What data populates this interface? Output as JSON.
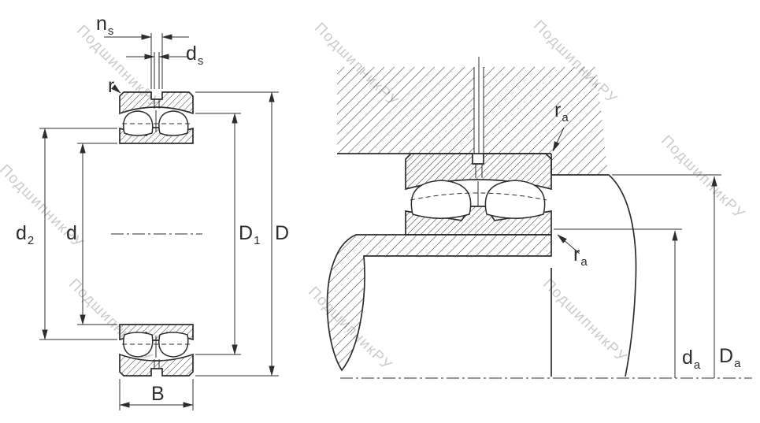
{
  "watermark": {
    "text": "ПодшипникРУ"
  },
  "colors": {
    "line": "#2d2d2d",
    "watermark": "#cbcbcb",
    "background": "#ffffff"
  },
  "labels": {
    "ns": {
      "main": "n",
      "sub": "s"
    },
    "ds": {
      "main": "d",
      "sub": "s"
    },
    "r": {
      "main": "r"
    },
    "d2": {
      "main": "d",
      "sub": "2"
    },
    "d": {
      "main": "d"
    },
    "D1": {
      "main": "D",
      "sub": "1"
    },
    "D": {
      "main": "D"
    },
    "B": {
      "main": "B"
    },
    "ra_top": {
      "main": "r",
      "sub": "a"
    },
    "ra_bottom": {
      "main": "r",
      "sub": "a"
    },
    "da": {
      "main": "d",
      "sub": "a"
    },
    "Da": {
      "main": "D",
      "sub": "a"
    }
  }
}
